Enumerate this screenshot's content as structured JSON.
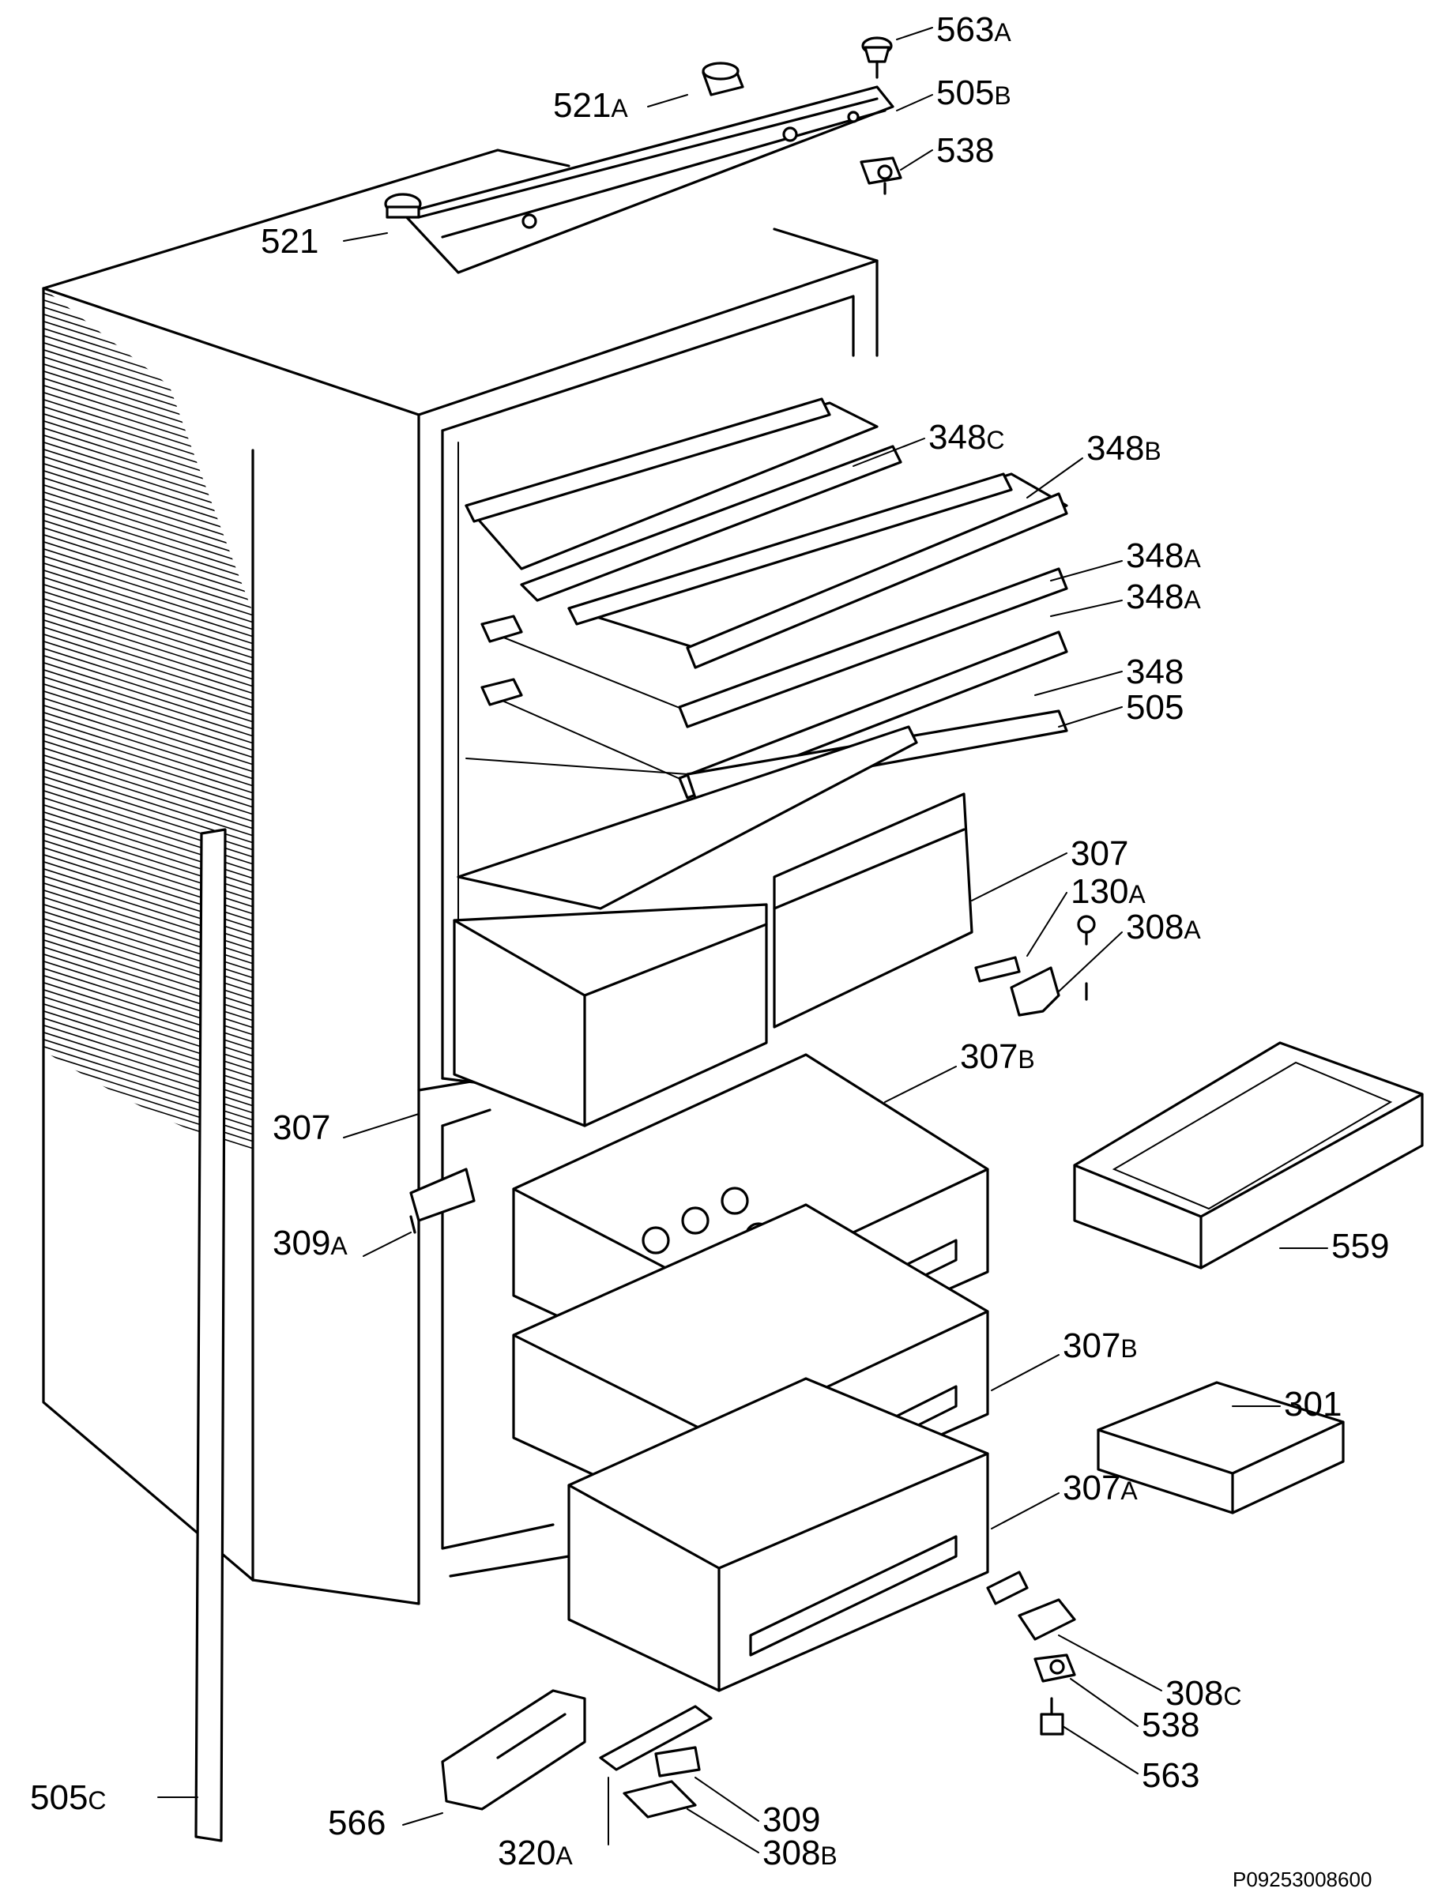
{
  "diagram": {
    "code": "P09253008600",
    "labels": [
      {
        "id": "563a",
        "num": "563",
        "suf": "A"
      },
      {
        "id": "521a",
        "num": "521",
        "suf": "A"
      },
      {
        "id": "505b",
        "num": "505",
        "suf": "B"
      },
      {
        "id": "538-top",
        "num": "538",
        "suf": ""
      },
      {
        "id": "521",
        "num": "521",
        "suf": ""
      },
      {
        "id": "348c",
        "num": "348",
        "suf": "C"
      },
      {
        "id": "348b",
        "num": "348",
        "suf": "B"
      },
      {
        "id": "348a-1",
        "num": "348",
        "suf": "A"
      },
      {
        "id": "348a-2",
        "num": "348",
        "suf": "A"
      },
      {
        "id": "348",
        "num": "348",
        "suf": ""
      },
      {
        "id": "505",
        "num": "505",
        "suf": ""
      },
      {
        "id": "307-right",
        "num": "307",
        "suf": ""
      },
      {
        "id": "130a",
        "num": "130",
        "suf": "A"
      },
      {
        "id": "308a",
        "num": "308",
        "suf": "A"
      },
      {
        "id": "307b-1",
        "num": "307",
        "suf": "B"
      },
      {
        "id": "307-left",
        "num": "307",
        "suf": ""
      },
      {
        "id": "309a",
        "num": "309",
        "suf": "A"
      },
      {
        "id": "559",
        "num": "559",
        "suf": ""
      },
      {
        "id": "307b-2",
        "num": "307",
        "suf": "B"
      },
      {
        "id": "301",
        "num": "301",
        "suf": ""
      },
      {
        "id": "307a",
        "num": "307",
        "suf": "A"
      },
      {
        "id": "308c",
        "num": "308",
        "suf": "C"
      },
      {
        "id": "538-bottom",
        "num": "538",
        "suf": ""
      },
      {
        "id": "563",
        "num": "563",
        "suf": ""
      },
      {
        "id": "505c",
        "num": "505",
        "suf": "C"
      },
      {
        "id": "566",
        "num": "566",
        "suf": ""
      },
      {
        "id": "309",
        "num": "309",
        "suf": ""
      },
      {
        "id": "320a",
        "num": "320",
        "suf": "A"
      },
      {
        "id": "308b",
        "num": "308",
        "suf": "B"
      }
    ]
  }
}
